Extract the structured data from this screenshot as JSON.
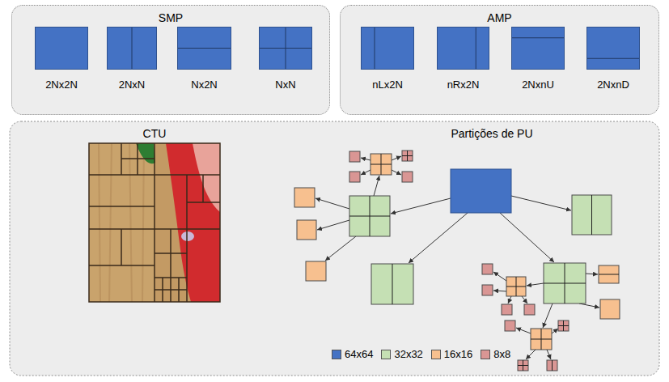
{
  "diagram": {
    "nodes": [
      {
        "text": [
          "SMP"
        ]
      },
      {
        "text": [
          "2Nx2N"
        ],
        "in": 0
      },
      {
        "text": [
          "2NxN"
        ],
        "in": 0
      },
      {
        "text": [
          "Nx2N"
        ],
        "in": 0
      },
      {
        "text": [
          "NxN"
        ],
        "in": 0
      },
      {
        "text": [
          "AMP"
        ]
      },
      {
        "text": [
          "nLx2N"
        ],
        "in": 5
      },
      {
        "text": [
          "nRx2N"
        ],
        "in": 5
      },
      {
        "text": [
          "2NxnU"
        ],
        "in": 5
      },
      {
        "text": [
          "2NxnD"
        ],
        "in": 5
      },
      {
        "text": [
          "CTU"
        ]
      }
    ],
    "labels": [
      "Partições de PU"
    ],
    "legend": [
      {
        "text": "64x64",
        "color": "#4472c4"
      },
      {
        "text": "32x32",
        "color": "#c5e0b4"
      },
      {
        "text": "16x16",
        "color": "#f7c08f"
      },
      {
        "text": "8x8",
        "color": "#d99694"
      }
    ]
  }
}
